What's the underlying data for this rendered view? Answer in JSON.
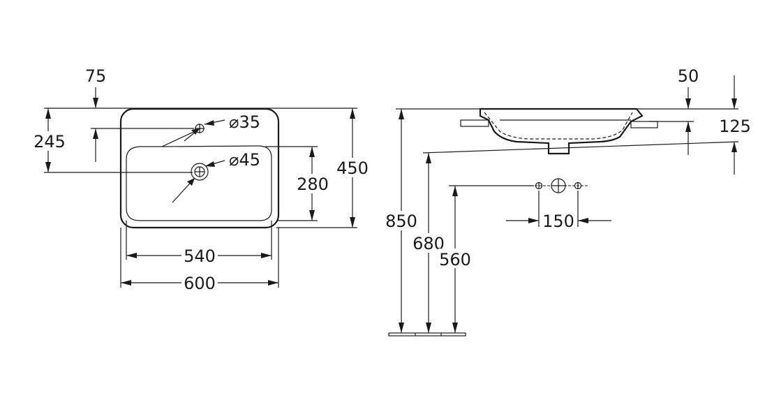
{
  "top_view": {
    "dim_tap_hole_offset": "75",
    "dim_tap_hole_diameter": "⌀35",
    "dim_waste_depth": "245",
    "dim_waste_diameter": "⌀45",
    "dim_bowl_depth": "280",
    "dim_overall_depth": "450",
    "dim_bowl_width": "540",
    "dim_overall_width": "600"
  },
  "side_view": {
    "dim_rim_height": "50",
    "dim_bowl_height": "125",
    "dim_top_height": "850",
    "dim_bottom_height": "680",
    "dim_waste_height": "560",
    "dim_fixing_spacing": "150"
  }
}
